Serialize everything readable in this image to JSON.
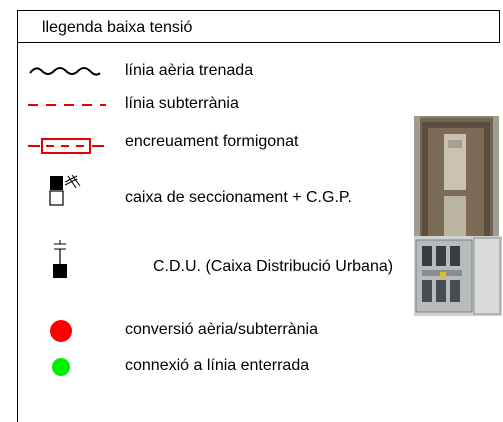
{
  "legend": {
    "title": "llegenda baixa tensió",
    "items": [
      {
        "label": "línia aèria trenada",
        "icon": "wavy-line-icon"
      },
      {
        "label": "línia subterrània",
        "icon": "dashed-red-line-icon"
      },
      {
        "label": "encreuament formigonat",
        "icon": "concrete-crossing-icon"
      },
      {
        "label": "caixa de seccionament + C.G.P.",
        "icon": "section-box-icon"
      },
      {
        "label": "C.D.U. (Caixa Distribució Urbana)",
        "icon": "cdu-icon"
      },
      {
        "label": "conversió aèria/subterrània",
        "icon": "red-dot-icon"
      },
      {
        "label": "connexió a línia enterrada",
        "icon": "green-dot-icon"
      }
    ]
  },
  "colors": {
    "red_line": "#e00000",
    "red_dot": "#ff0000",
    "green_dot": "#00ee00"
  }
}
